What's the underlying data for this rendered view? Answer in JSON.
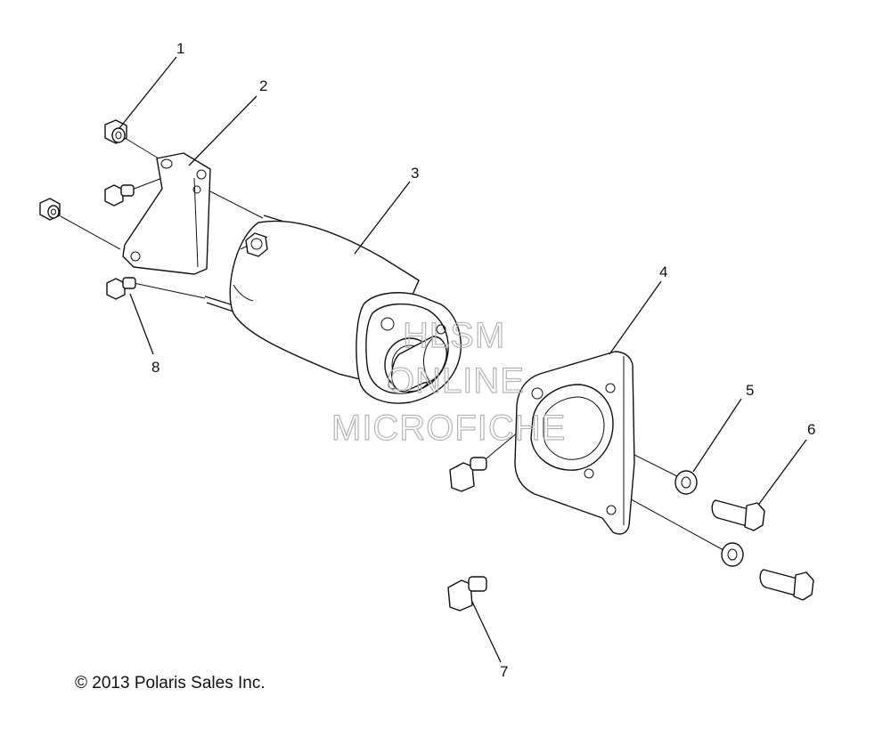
{
  "callouts": [
    {
      "id": "1",
      "label": "1"
    },
    {
      "id": "2",
      "label": "2"
    },
    {
      "id": "3",
      "label": "3"
    },
    {
      "id": "4",
      "label": "4"
    },
    {
      "id": "5",
      "label": "5"
    },
    {
      "id": "6",
      "label": "6"
    },
    {
      "id": "7",
      "label": "7"
    },
    {
      "id": "8",
      "label": "8"
    }
  ],
  "watermark": {
    "line1": "HLSM",
    "line2": "ONLINE",
    "line3": "MICROFICHE"
  },
  "copyright": "© 2013 Polaris Sales Inc."
}
